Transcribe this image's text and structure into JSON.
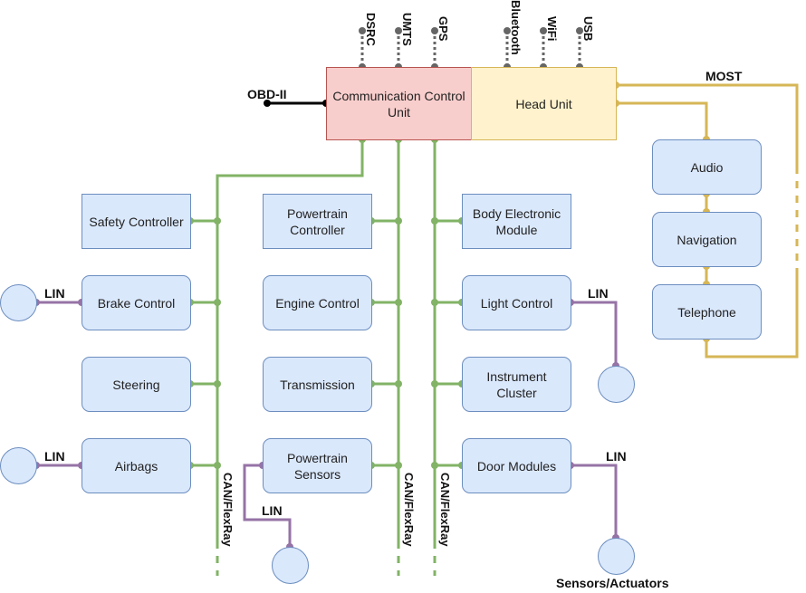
{
  "central": {
    "ccu": "Communication Control Unit",
    "head_unit": "Head Unit",
    "obd": "OBD-II",
    "most": "MOST"
  },
  "antennas": {
    "dsrc": "DSRC",
    "umts": "UMTS",
    "gps": "GPS",
    "bluetooth": "Bluetooth",
    "wifi": "WiFi",
    "usb": "USB"
  },
  "infotainment": {
    "audio": "Audio",
    "navigation": "Navigation",
    "telephone": "Telephone"
  },
  "left_column": {
    "safety": "Safety Controller",
    "brake": "Brake Control",
    "steering": "Steering",
    "airbags": "Airbags"
  },
  "middle_column": {
    "powertrain_controller": "Powertrain Controller",
    "engine": "Engine Control",
    "transmission": "Transmission",
    "powertrain_sensors": "Powertrain Sensors"
  },
  "right_column": {
    "body_module": "Body Electronic Module",
    "light": "Light Control",
    "instrument": "Instrument Cluster",
    "door": "Door Modules"
  },
  "labels": {
    "lin": "LIN",
    "bus": "CAN/FlexRay",
    "sensors": "Sensors/Actuators"
  },
  "colors": {
    "can_bus": "#82b366",
    "lin_bus": "#9673a6",
    "most_bus": "#d6b656",
    "dashed": "#666666"
  }
}
